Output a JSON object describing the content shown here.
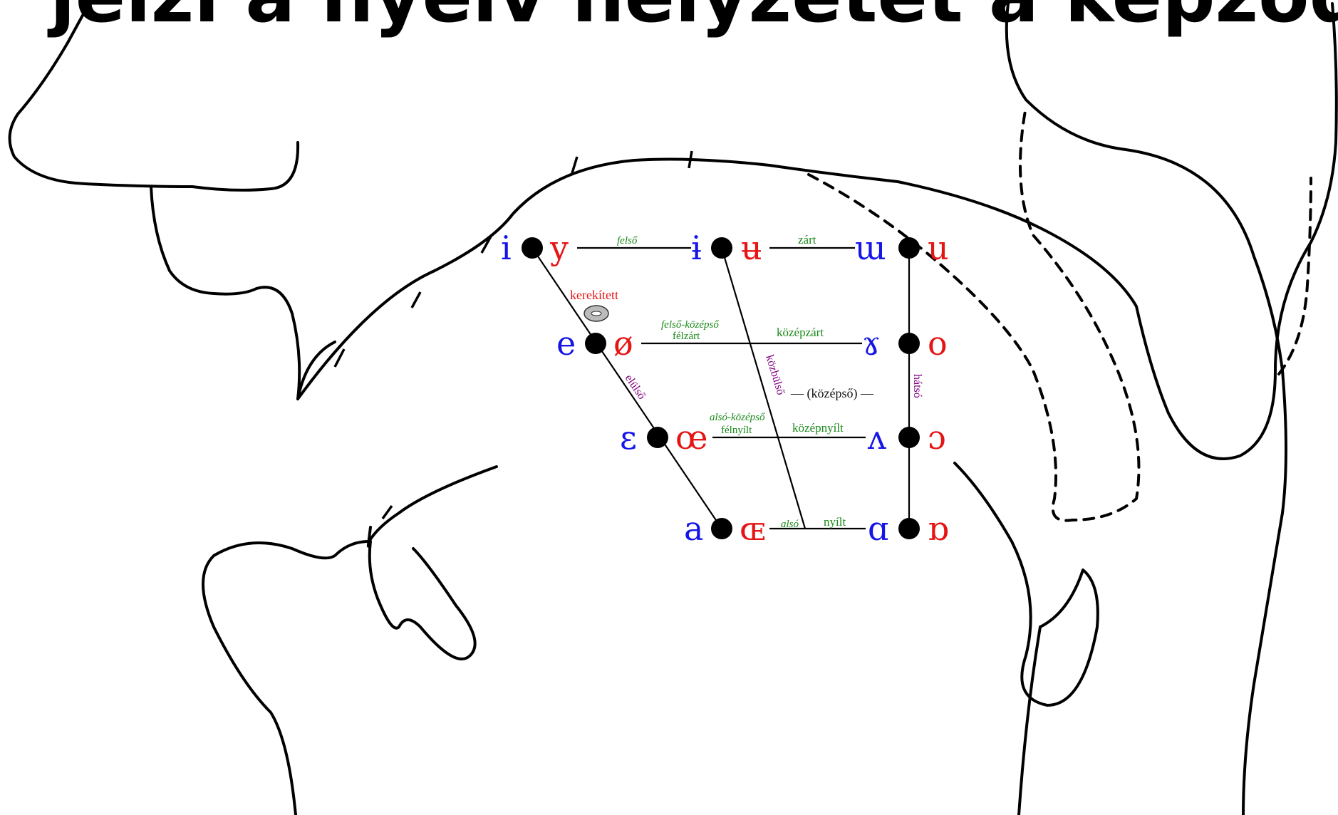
{
  "heading_fragment": "jelzi a nyelv helyzetét a képződés közben",
  "legend": {
    "rounded": "kerekített"
  },
  "vowels": {
    "close": {
      "front_unrounded": "i",
      "front_rounded": "y",
      "central_unrounded": "ɨ",
      "central_rounded": "ʉ",
      "back_unrounded": "ɯ",
      "back_rounded": "u"
    },
    "close_mid": {
      "front_unrounded": "e",
      "front_rounded": "ø",
      "back_unrounded": "ɤ",
      "back_rounded": "o"
    },
    "open_mid": {
      "front_unrounded": "ɛ",
      "front_rounded": "œ",
      "back_unrounded": "ʌ",
      "back_rounded": "ɔ"
    },
    "open": {
      "front_unrounded": "a",
      "front_rounded": "ɶ",
      "back_unrounded": "ɑ",
      "back_rounded": "ɒ"
    }
  },
  "labels": {
    "close_it": "felső",
    "close": "zárt",
    "close_mid_it": "felső-középső",
    "close_mid_small": "félzárt",
    "close_mid": "középzárt",
    "mid": "— (középső) —",
    "open_mid_it": "alsó-középső",
    "open_mid_small": "félnyílt",
    "open_mid": "középnyílt",
    "open_it": "alsó",
    "open": "nyílt",
    "front": "elülső",
    "central": "közbülső",
    "back": "hátsó"
  },
  "colors": {
    "unrounded": "#1515e6",
    "rounded": "#e61515",
    "height_labels": "#1a8a1a",
    "backness_labels": "#800080"
  }
}
